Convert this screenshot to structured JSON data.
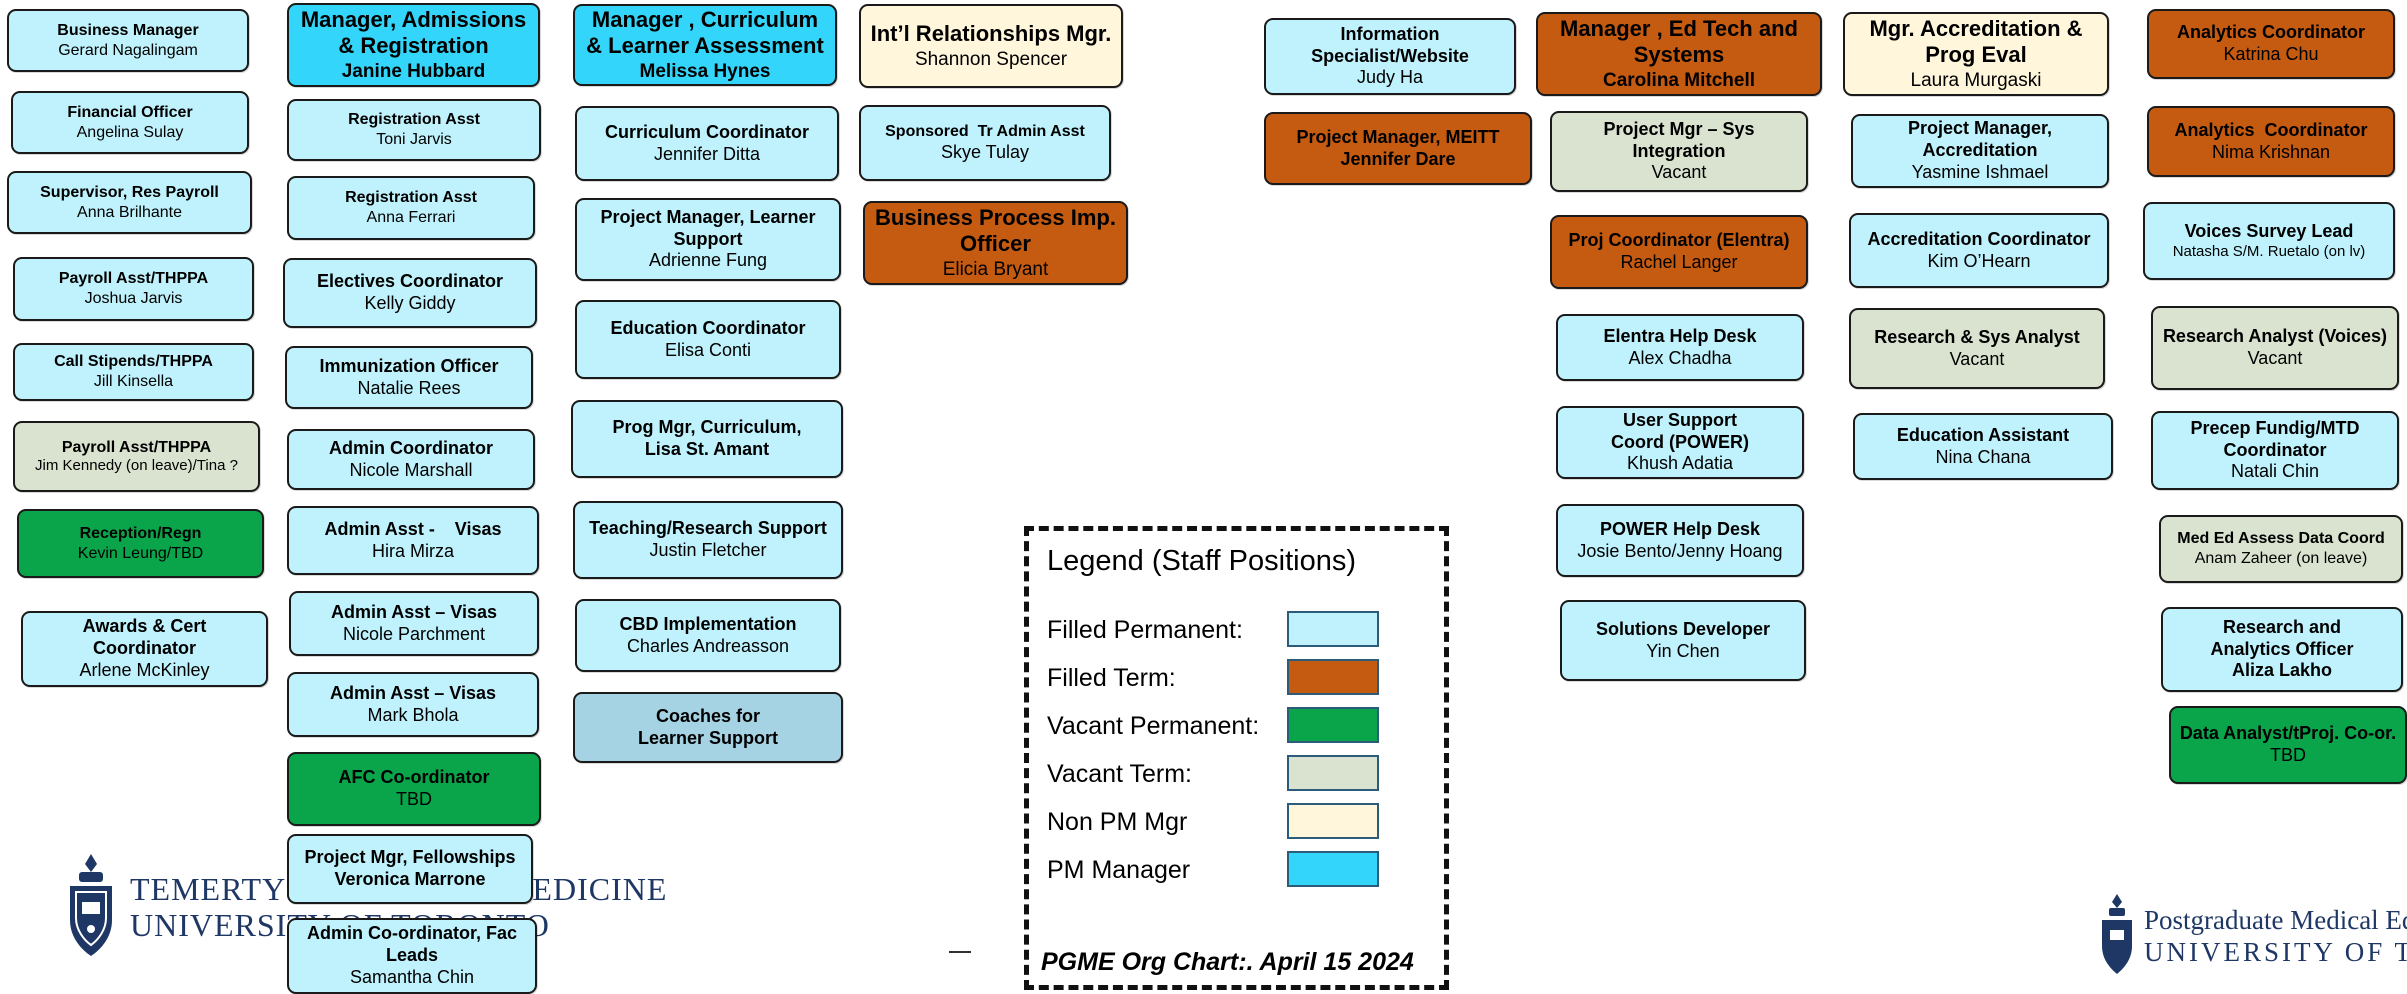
{
  "boxes": {
    "c1r1": {
      "title": "Business Manager",
      "name": "Gerard Nagalingam"
    },
    "c1r2": {
      "title": "Financial Officer",
      "name": "Angelina Sulay"
    },
    "c1r3": {
      "title": "Supervisor, Res Payroll",
      "name": "Anna Brilhante"
    },
    "c1r4": {
      "title": "Payroll Asst/THPPA",
      "name": "Joshua Jarvis"
    },
    "c1r5": {
      "title": "Call Stipends/THPPA",
      "name": "Jill Kinsella"
    },
    "c1r6": {
      "title": "Payroll Asst/THPPA",
      "name": "Jim Kennedy (on leave)/Tina ?"
    },
    "c1r7": {
      "title": "Reception/Regn",
      "name": "Kevin Leung/TBD"
    },
    "c1r8": {
      "title": "Awards & Cert Coordinator",
      "name": "Arlene McKinley"
    },
    "c2r1": {
      "title": "Manager, Admissions & Registration",
      "name": "Janine Hubbard"
    },
    "c2r2": {
      "title": "Registration Asst",
      "name": "Toni  Jarvis"
    },
    "c2r3": {
      "title": "Registration Asst",
      "name": "Anna Ferrari"
    },
    "c2r4": {
      "title": "Electives Coordinator",
      "name": "Kelly Giddy"
    },
    "c2r5": {
      "title": "Immunization Officer",
      "name": "Natalie Rees"
    },
    "c2r6": {
      "title": "Admin Coordinator",
      "name": "Nicole Marshall"
    },
    "c2r7": {
      "title": "Admin Asst -    Visas",
      "name": "Hira Mirza"
    },
    "c2r8": {
      "title": "Admin Asst – Visas",
      "name": "Nicole Parchment"
    },
    "c2r9": {
      "title": "Admin Asst – Visas",
      "name": "Mark Bhola"
    },
    "c2r10": {
      "title": "AFC Co-ordinator",
      "name": "TBD"
    },
    "c2r11": {
      "title": "Project Mgr, Fellowships",
      "name": "Veronica Marrone"
    },
    "c2r12": {
      "title": "Admin Co-ordinator, Fac Leads",
      "name": "Samantha Chin"
    },
    "c3r1": {
      "title": "Manager , Curriculum & Learner Assessment",
      "name": "Melissa Hynes"
    },
    "c3r2": {
      "title": "Curriculum Coordinator",
      "name": "Jennifer Ditta"
    },
    "c3r3": {
      "title": "Project Manager, Learner Support",
      "name": "Adrienne Fung"
    },
    "c3r4": {
      "title": "Education Coordinator",
      "name": "Elisa Conti"
    },
    "c3r5": {
      "title": "Prog Mgr, Curriculum,",
      "name": "Lisa St. Amant"
    },
    "c3r6": {
      "title": "Teaching/Research Support",
      "name": "Justin Fletcher"
    },
    "c3r7": {
      "title": "CBD Implementation",
      "name": "Charles Andreasson"
    },
    "c3r8": {
      "title": "Coaches  for",
      "name": "Learner Support"
    },
    "c4r1": {
      "title": "Int’l Relationships Mgr.",
      "name": "Shannon Spencer"
    },
    "c4r2": {
      "title": "Sponsored  Tr Admin Asst",
      "name": "Skye Tulay"
    },
    "c4r3": {
      "title": "Business Process Imp. Officer",
      "name": "Elicia  Bryant"
    },
    "c5r1": {
      "title": "Information Specialist/Website",
      "name": "Judy Ha"
    },
    "c5r2": {
      "title": "Project Manager, MEITT",
      "name": "Jennifer Dare"
    },
    "c6r1": {
      "title": "Manager , Ed Tech and Systems",
      "name": "Carolina Mitchell"
    },
    "c6r2": {
      "title": "Project Mgr – Sys Integration",
      "name": "Vacant"
    },
    "c6r3": {
      "title": "Proj Coordinator (Elentra)",
      "name": "Rachel Langer"
    },
    "c6r4": {
      "title": "Elentra Help Desk",
      "name": "Alex Chadha"
    },
    "c6r5": {
      "title": "User Support Coord (POWER)",
      "name": "Khush Adatia"
    },
    "c6r6": {
      "title": "POWER Help Desk",
      "name": "Josie Bento/Jenny Hoang"
    },
    "c6r7": {
      "title": "Solutions Developer",
      "name": "Yin Chen"
    },
    "c7r1": {
      "title": "Mgr. Accreditation & Prog Eval",
      "name": "Laura Murgaski"
    },
    "c7r2": {
      "title": "Project Manager, Accreditation",
      "name": "Yasmine Ishmael"
    },
    "c7r3": {
      "title": "Accreditation Coordinator",
      "name": "Kim O’Hearn"
    },
    "c7r4": {
      "title": "Research & Sys Analyst",
      "name": "Vacant"
    },
    "c7r5": {
      "title": "Education Assistant",
      "name": "Nina Chana"
    },
    "c8r1": {
      "title": "Analytics Coordinator",
      "name": "Katrina Chu"
    },
    "c8r2": {
      "title": "Analytics  Coordinator",
      "name": "Nima Krishnan"
    },
    "c8r3": {
      "title": "Voices Survey Lead",
      "name": "Natasha S/M. Ruetalo (on lv)"
    },
    "c8r4": {
      "title": "Research Analyst (Voices)",
      "name": "Vacant"
    },
    "c8r5": {
      "title": "Precep Fundig/MTD Coordinator",
      "name": "Natali Chin"
    },
    "c8r6": {
      "title": "Med Ed Assess Data Coord",
      "name": "Anam Zaheer (on leave)"
    },
    "c8r7": {
      "title": "Research and Analytics Officer",
      "name": "Aliza Lakho"
    },
    "c8r8": {
      "title": "Data Analyst/tProj. Co-or.",
      "name": "TBD"
    }
  },
  "legend": {
    "title": "Legend (Staff Positions)",
    "items": [
      {
        "label": "Filled Permanent:",
        "color": "#bff2fc"
      },
      {
        "label": "Filled Term:",
        "color": "#c55a11"
      },
      {
        "label": "Vacant Permanent:",
        "color": "#0aa54a"
      },
      {
        "label": "Vacant Term:",
        "color": "#d9e3cf"
      },
      {
        "label": "Non PM Mgr",
        "color": "#fff6dc"
      },
      {
        "label": "PM Manager",
        "color": "#33d6fa"
      }
    ],
    "footer": "PGME Org Chart:. April 15 2024"
  },
  "logos": {
    "left_line1": "TEMERTY FACULTY OF MEDICINE",
    "left_line2": "UNIVERSITY OF TORONTO",
    "right_line1": "Postgraduate Medical Ed",
    "right_line2": "UNIVERSITY OF TOR"
  },
  "colors": {
    "filled_permanent": "#bff2fc",
    "filled_term": "#c55a11",
    "vacant_permanent": "#0aa54a",
    "vacant_term": "#d9e3cf",
    "non_pm_mgr": "#fff6dc",
    "pm_manager": "#33d6fa",
    "uoft_blue": "#1e3765"
  }
}
